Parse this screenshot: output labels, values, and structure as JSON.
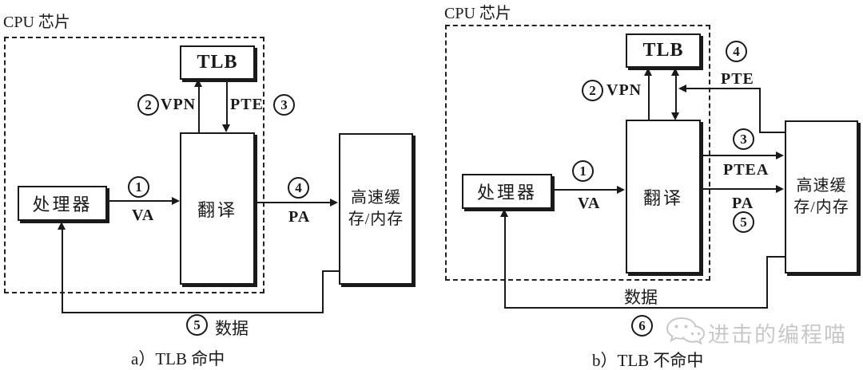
{
  "colors": {
    "ink": "#1a1a1a",
    "watermark": "#c8c8c8",
    "background": "#ffffff"
  },
  "diagram_a": {
    "chip_label": "CPU 芯片",
    "caption": "a）TLB 命中",
    "nodes": {
      "tlb": "TLB",
      "translate": "翻译",
      "processor": "处理器",
      "cache_line1": "高速缓",
      "cache_line2": "存/内存"
    },
    "steps": {
      "s1": "1",
      "s2": "2",
      "s3": "3",
      "s4": "4",
      "s5": "5"
    },
    "labels": {
      "va": "VA",
      "vpn": "VPN",
      "pte": "PTE",
      "pa": "PA",
      "data": "数据"
    }
  },
  "diagram_b": {
    "chip_label": "CPU 芯片",
    "caption": "b）TLB 不命中",
    "nodes": {
      "tlb": "TLB",
      "translate": "翻译",
      "processor": "处理器",
      "cache_line1": "高速缓",
      "cache_line2": "存/内存"
    },
    "steps": {
      "s1": "1",
      "s2": "2",
      "s3": "3",
      "s4": "4",
      "s5": "5",
      "s6": "6"
    },
    "labels": {
      "va": "VA",
      "vpn": "VPN",
      "pte": "PTE",
      "ptea": "PTEA",
      "pa": "PA",
      "data": "数据"
    }
  },
  "watermark": {
    "text": "进击的编程喵",
    "icon": "wechat-icon"
  }
}
